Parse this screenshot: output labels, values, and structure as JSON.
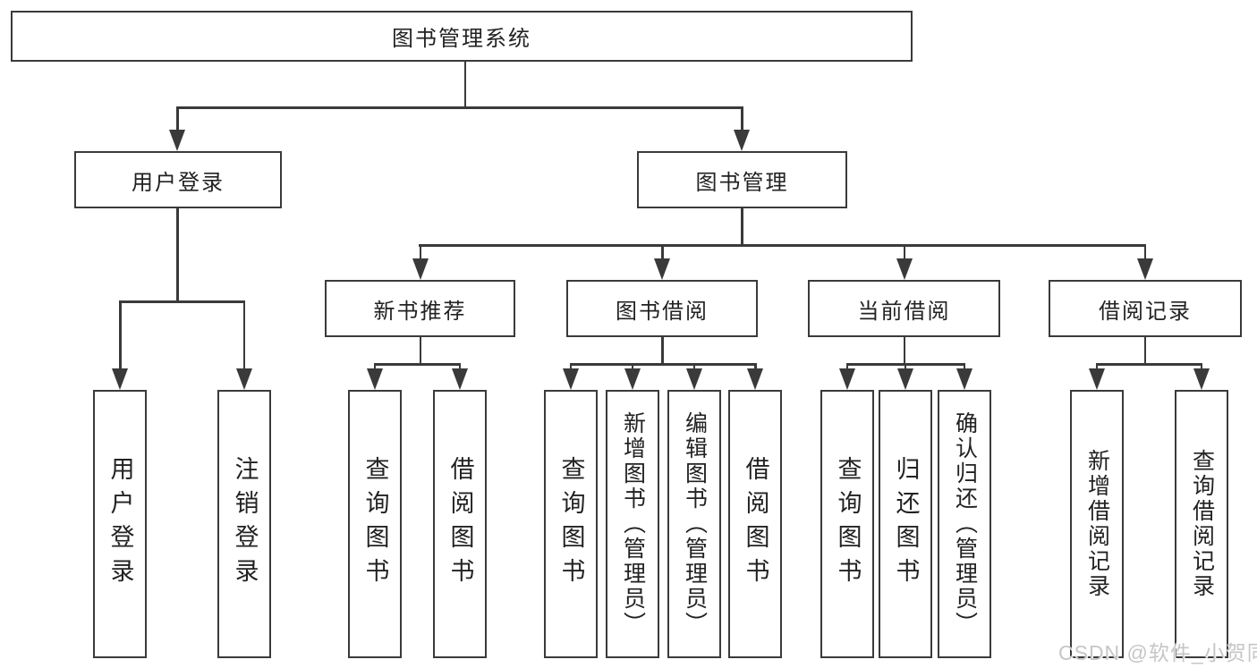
{
  "diagram": {
    "title": "图书管理系统",
    "type": "hierarchy-tree",
    "colors": {
      "line": "#3a3a3a",
      "text": "#222222",
      "background": "#ffffff",
      "watermark": "#c6c6c6"
    }
  },
  "tree": {
    "label": "图书管理系统",
    "children": [
      {
        "label": "用户登录",
        "children": [
          {
            "label": "用户登录"
          },
          {
            "label": "注销登录"
          }
        ]
      },
      {
        "label": "图书管理",
        "children": [
          {
            "label": "新书推荐",
            "children": [
              {
                "label": "查询图书"
              },
              {
                "label": "借阅图书"
              }
            ]
          },
          {
            "label": "图书借阅",
            "children": [
              {
                "label": "查询图书"
              },
              {
                "label": "新增图书（管理员）"
              },
              {
                "label": "编辑图书（管理员）"
              },
              {
                "label": "借阅图书"
              }
            ]
          },
          {
            "label": "当前借阅",
            "children": [
              {
                "label": "查询图书"
              },
              {
                "label": "归还图书"
              },
              {
                "label": "确认归还（管理员）"
              }
            ]
          },
          {
            "label": "借阅记录",
            "children": [
              {
                "label": "新增借阅记录"
              },
              {
                "label": "查询借阅记录"
              }
            ]
          }
        ]
      }
    ]
  },
  "watermark": {
    "text": "CSDN @软件_小贺同学"
  }
}
